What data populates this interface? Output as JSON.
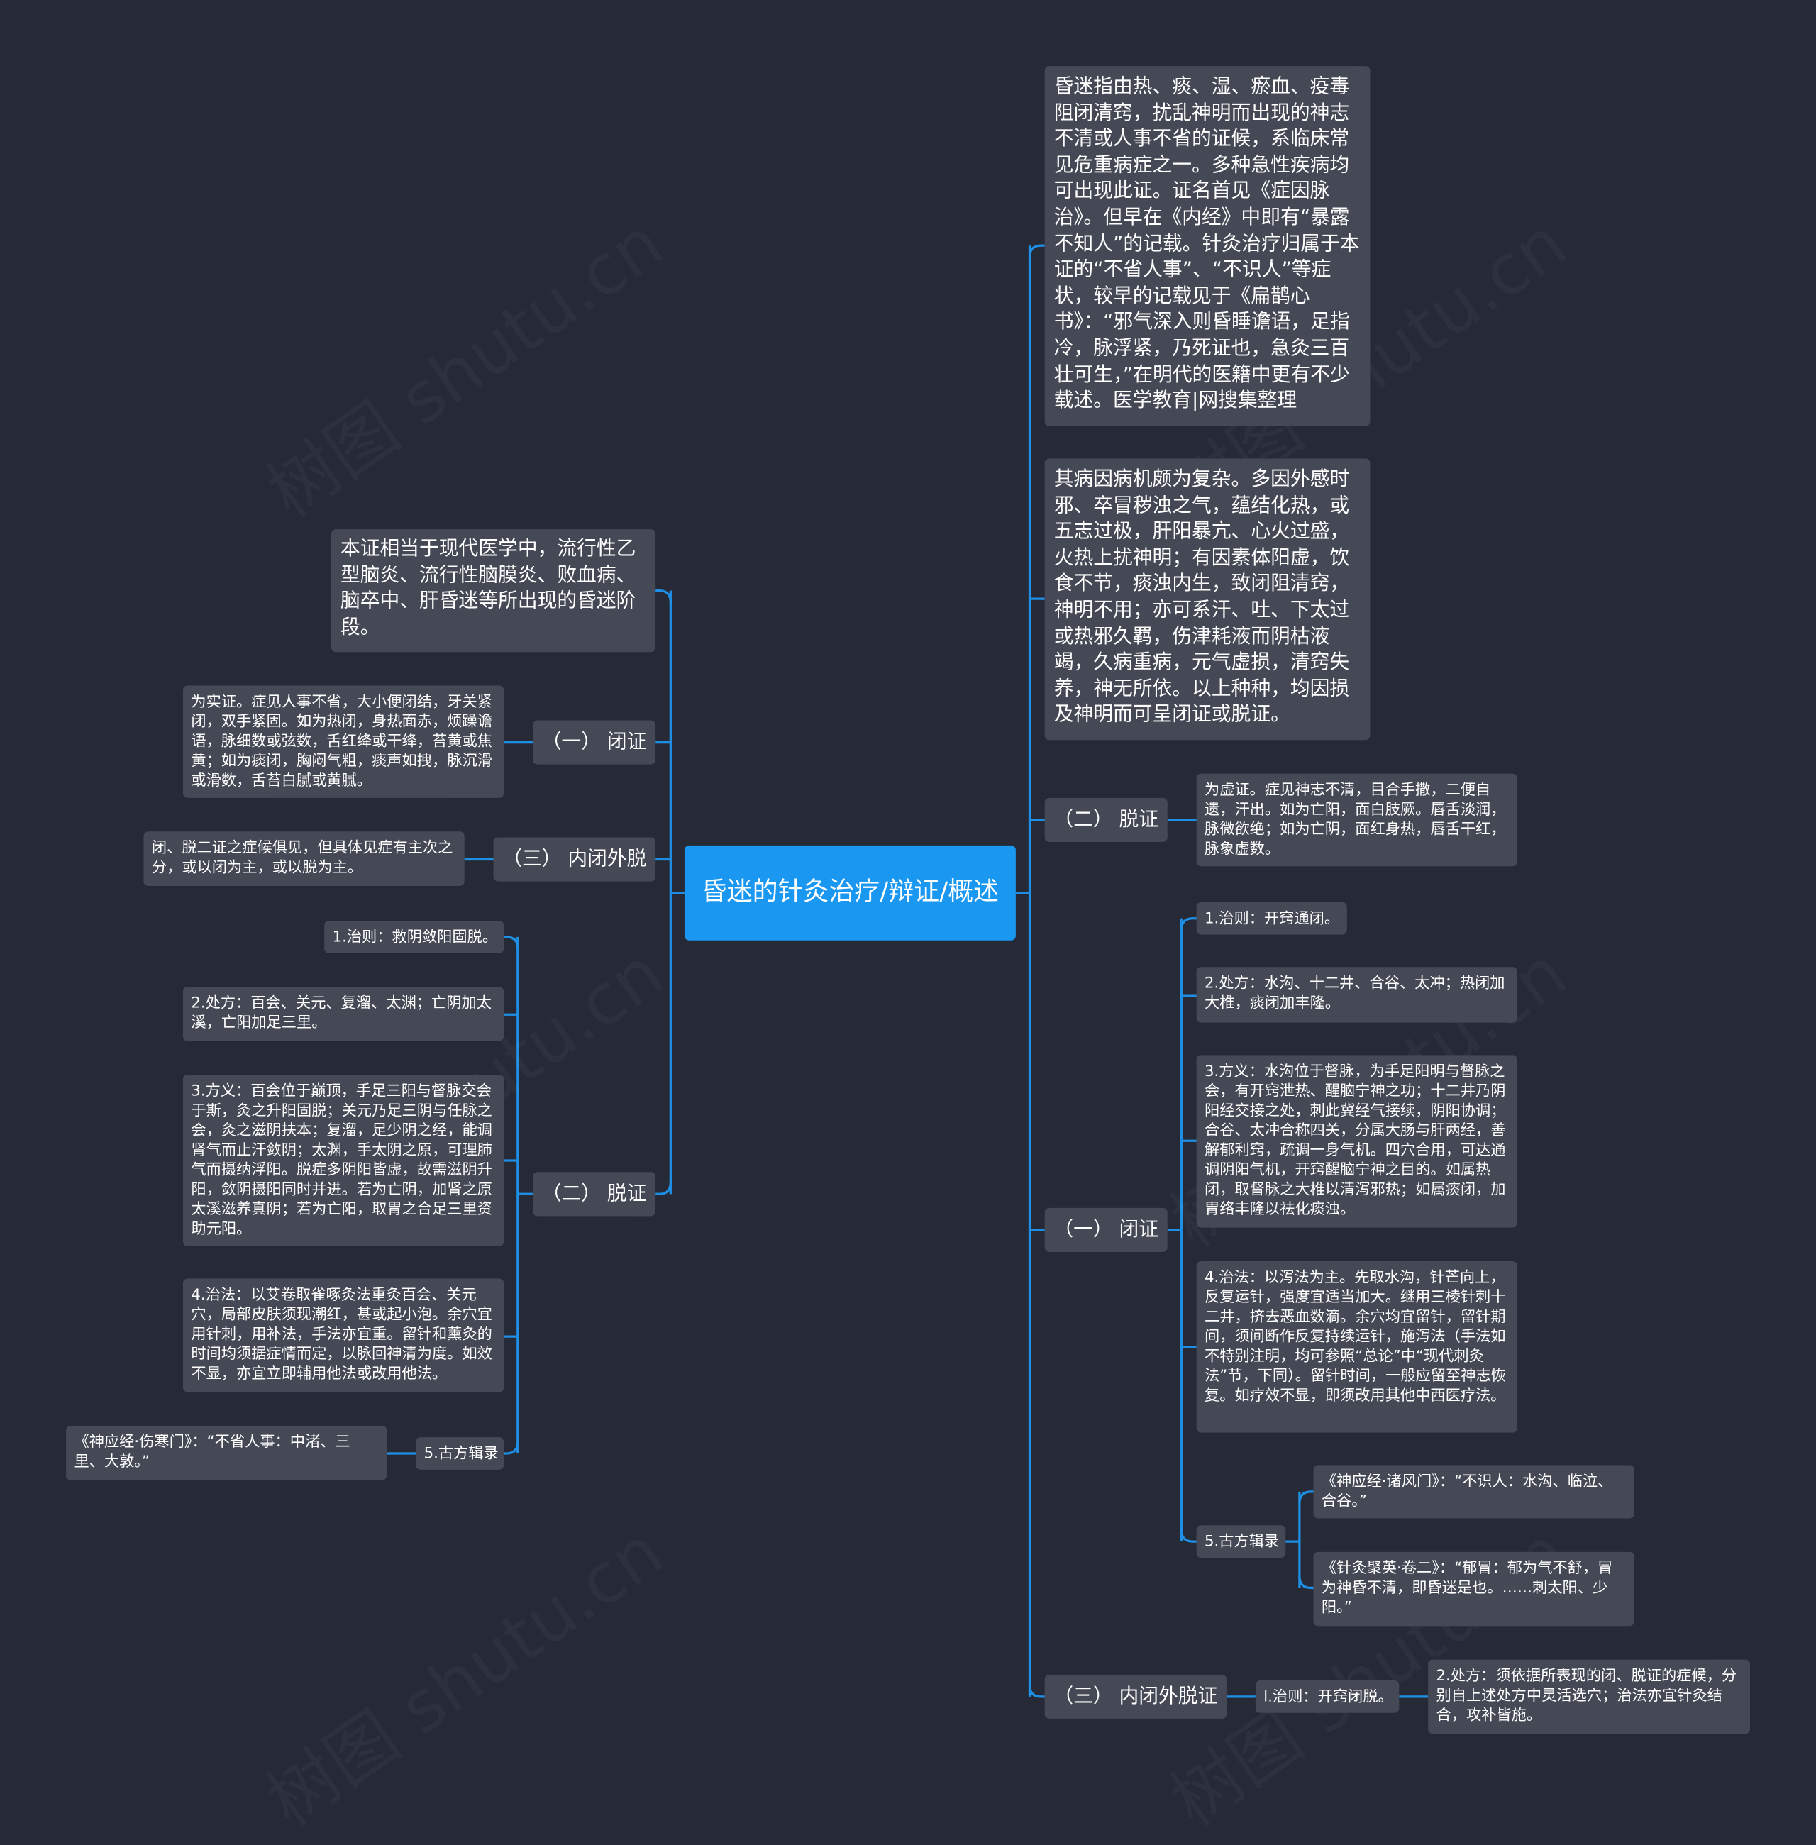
{
  "root": {
    "title": "昏迷的针灸治疗/辩证/概述"
  },
  "right": {
    "intro": "昏迷指由热、痰、湿、瘀血、疫毒阻闭清窍，扰乱神明而出现的神志不清或人事不省的证候，系临床常见危重病症之一。多种急性疾病均可出现此证。证名首见《症因脉治》。但早在《内经》中即有“暴露不知人”的记载。针灸治疗归属于本证的“不省人事”、“不识人”等症状，较早的记载见于《扁鹊心书》：“邪气深入则昏睡谵语，足指冷，脉浮紧，乃死证也，急灸三百壮可生，”在明代的医籍中更有不少载述。医学教育|网搜集整理",
    "etiology": "其病因病机颇为复杂。多因外感时邪、卒冒秽浊之气，蕴结化热，或五志过极，肝阳暴亢、心火过盛，火热上扰神明；有因素体阳虚，饮食不节，痰浊内生，致闭阻清窍，神明不用；亦可系汗、吐、下太过或热邪久羁，伤津耗液而阴枯液竭，久病重病，元气虚损，清窍失养，神无所依。以上种种，均因损及神明而可呈闭证或脱证。",
    "tuo": {
      "label": "（二） 脱证",
      "desc": "为虚证。症见神志不清，目合手撒，二便自遗，汗出。如为亡阳，面白肢厥。唇舌淡润，脉微欲绝；如为亡阴，面红身热，唇舌干红，脉象虚数。"
    },
    "bi": {
      "label": "（一） 闭证",
      "items": [
        "1.治则：开窍通闭。",
        "2.处方：水沟、十二井、合谷、太冲；热闭加大椎，痰闭加丰隆。",
        "3.方义：水沟位于督脉，为手足阳明与督脉之会，有开窍泄热、醒脑宁神之功；十二井乃阴阳经交接之处，刺此冀经气接续，阴阳协调；合谷、太冲合称四关，分属大肠与肝两经，善解郁利窍，疏调一身气机。四穴合用，可达通调阴阳气机，开窍醒脑宁神之目的。如属热闭，取督脉之大椎以清泻邪热；如属痰闭，加胃络丰隆以祛化痰浊。",
        "4.治法：以泻法为主。先取水沟，针芒向上，反复运针，强度宜适当加大。继用三棱针刺十二井，挤去恶血数滴。余穴均宜留针，留针期间，须间断作反复持续运针，施泻法（手法如不特别注明，均可参照“总论”中“现代刺灸法”节，下同）。留针时间，一般应留至神志恢复。如疗效不显，即须改用其他中西医疗法。"
      ],
      "ancient": {
        "label": "5.古方辑录",
        "items": [
          "《神应经·诸风门》：“不识人：水沟、临泣、合谷。”",
          "《针灸聚英·卷二》：“郁冒：郁为气不舒，冒为神昏不清，即昏迷是也。……刺太阳、少阳。”"
        ]
      }
    },
    "nei": {
      "label": "（三） 内闭外脱证",
      "rule": "l.治则：开窍闭脱。",
      "rx": "2.处方：须依据所表现的闭、脱证的症候，分别自上述处方中灵活选穴；治法亦宜针灸结合，攻补皆施。"
    }
  },
  "left": {
    "modern": "本证相当于现代医学中，流行性乙型脑炎、流行性脑膜炎、败血病、脑卒中、肝昏迷等所出现的昏迷阶段。",
    "bi": {
      "label": "（一） 闭证",
      "desc": "为实证。症见人事不省，大小便闭结，牙关紧闭，双手紧固。如为热闭，身热面赤，烦躁谵语，脉细数或弦数，舌红绛或干绛，苔黄或焦黄；如为痰闭，胸闷气粗，痰声如拽，脉沉滑或滑数，舌苔白腻或黄腻。"
    },
    "nei": {
      "label": "（三） 内闭外脱",
      "desc": "闭、脱二证之症候俱见，但具体见症有主次之分，或以闭为主，或以脱为主。"
    },
    "tuo": {
      "label": "（二） 脱证",
      "items": [
        "1.治则：救阴敛阳固脱。",
        "2.处方：百会、关元、复溜、太渊；亡阴加太溪，亡阳加足三里。",
        "3.方义：百会位于巅顶，手足三阳与督脉交会于斯，灸之升阳固脱；关元乃足三阴与任脉之会，灸之滋阴扶本；复溜，足少阴之经，能调肾气而止汗敛阴；太渊，手太阴之原，可理肺气而摄纳浮阳。脱症多阴阳皆虚，故需滋阴升阳，敛阴摄阳同时并进。若为亡阴，加肾之原太溪滋养真阴；若为亡阳，取胃之合足三里资助元阳。",
        "4.治法：以艾卷取雀啄灸法重灸百会、关元穴，局部皮肤须现潮红，甚或起小泡。余穴宜用针刺，用补法，手法亦宜重。留针和薰灸的时间均须据症情而定，以脉回神清为度。如效不显，亦宜立即辅用他法或改用他法。"
      ],
      "ancient": {
        "label": "5.古方辑录",
        "item": "《神应经·伤寒门》：“不省人事：中渚、三里、大敦。”"
      }
    }
  },
  "watermark": "树图 shutu.cn"
}
